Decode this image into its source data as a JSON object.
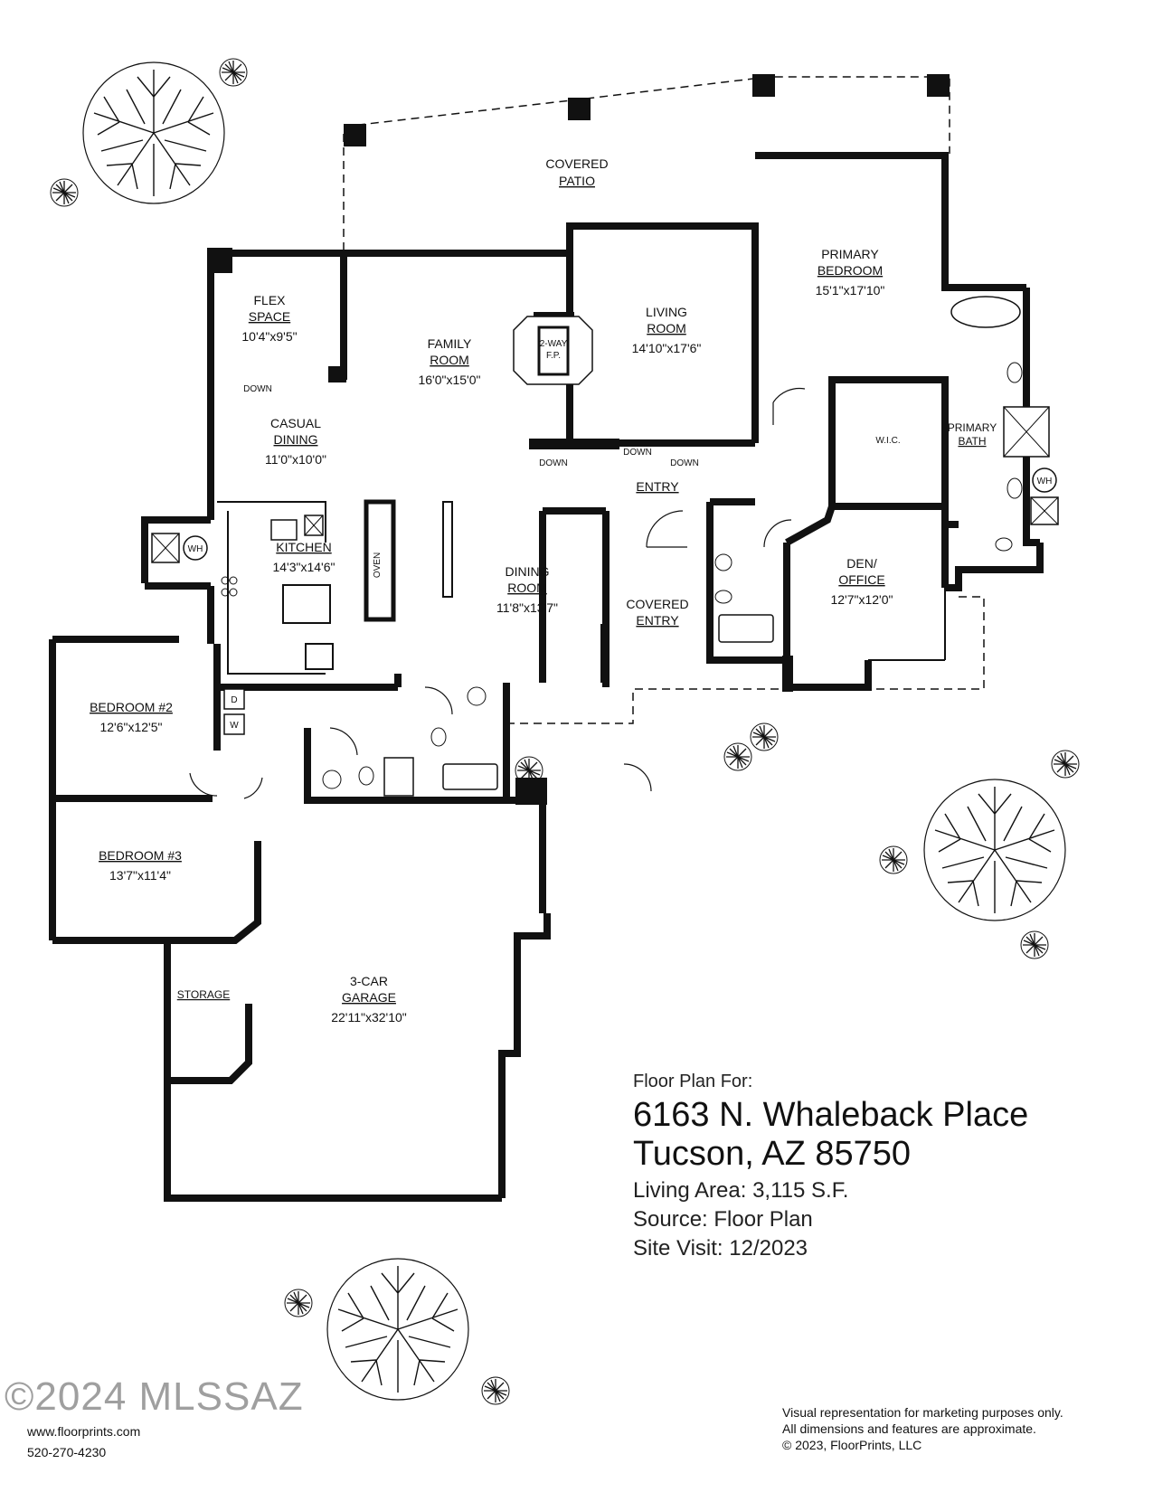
{
  "rooms": {
    "covered_patio": {
      "line1": "COVERED",
      "line2": "PATIO"
    },
    "flex_space": {
      "line1": "FLEX",
      "line2": "SPACE",
      "dims": "10'4\"x9'5\""
    },
    "family_room": {
      "line1": "FAMILY",
      "line2": "ROOM",
      "dims": "16'0\"x15'0\""
    },
    "fireplace": {
      "line1": "2-WAY",
      "line2": "F.P."
    },
    "living_room": {
      "line1": "LIVING",
      "line2": "ROOM",
      "dims": "14'10\"x17'6\""
    },
    "primary_bedroom": {
      "line1": "PRIMARY",
      "line2": "BEDROOM",
      "dims": "15'1\"x17'10\""
    },
    "wic": {
      "line1": "W.I.C."
    },
    "primary_bath": {
      "line1": "PRIMARY",
      "line2": "BATH"
    },
    "casual_dining": {
      "line1": "CASUAL",
      "line2": "DINING",
      "dims": "11'0\"x10'0\""
    },
    "kitchen": {
      "line1": "KITCHEN",
      "dims": "14'3\"x14'6\""
    },
    "oven": {
      "line1": "OVEN"
    },
    "dining_room": {
      "line1": "DINING",
      "line2": "ROOM",
      "dims": "11'8\"x13'7\""
    },
    "entry": {
      "line1": "ENTRY"
    },
    "covered_entry": {
      "line1": "COVERED",
      "line2": "ENTRY"
    },
    "den_office": {
      "line1": "DEN/",
      "line2": "OFFICE",
      "dims": "12'7\"x12'0\""
    },
    "bedroom2": {
      "line1": "BEDROOM #2",
      "dims": "12'6\"x12'5\""
    },
    "bedroom3": {
      "line1": "BEDROOM #3",
      "dims": "13'7\"x11'4\""
    },
    "storage": {
      "line1": "STORAGE"
    },
    "garage": {
      "line1": "3-CAR",
      "line2": "GARAGE",
      "dims": "22'11\"x32'10\""
    }
  },
  "markers": {
    "down": "DOWN",
    "water_heater": "WH",
    "dryer": "D",
    "washer": "W"
  },
  "info": {
    "label": "Floor Plan For:",
    "address_line1": "6163 N. Whaleback Place",
    "address_line2": "Tucson, AZ  85750",
    "living_area": "Living Area:  3,115 S.F.",
    "source": "Source:  Floor Plan",
    "site_visit": "Site Visit:  12/2023"
  },
  "footer": {
    "watermark": "©2024 MLSSAZ",
    "website": "www.floorprints.com",
    "phone": "520-270-4230",
    "disclaimer1": "Visual representation for marketing purposes only.",
    "disclaimer2": "All dimensions and features are approximate.",
    "copyright": "© 2023, FloorPrints, LLC"
  },
  "colors": {
    "wall": "#111111",
    "background": "#ffffff"
  }
}
